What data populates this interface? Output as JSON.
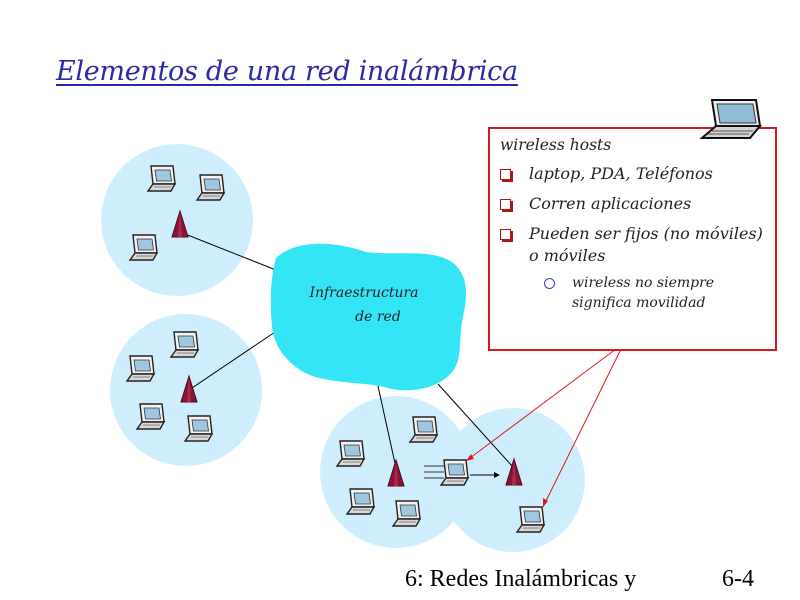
{
  "slide": {
    "title": "Elementos de una red inalámbrica",
    "network_label": [
      "Infraestructura",
      "de red"
    ],
    "callout": {
      "heading": "wireless hosts",
      "bullets": [
        "laptop, PDA, Teléfonos",
        "Corren aplicaciones",
        "Pueden ser fijos (no móviles) o móviles"
      ],
      "sub_bullet": "wireless no siempre significa movilidad"
    },
    "footer_left": "6: Redes Inalámbricas y",
    "footer_right": "6-4"
  },
  "colors": {
    "cell_fill": "#cfeefd",
    "cloud_fill": "#33e5f5",
    "tower": "#8b1538",
    "callout_border": "#d81a1a",
    "title": "#2a2aa6"
  }
}
